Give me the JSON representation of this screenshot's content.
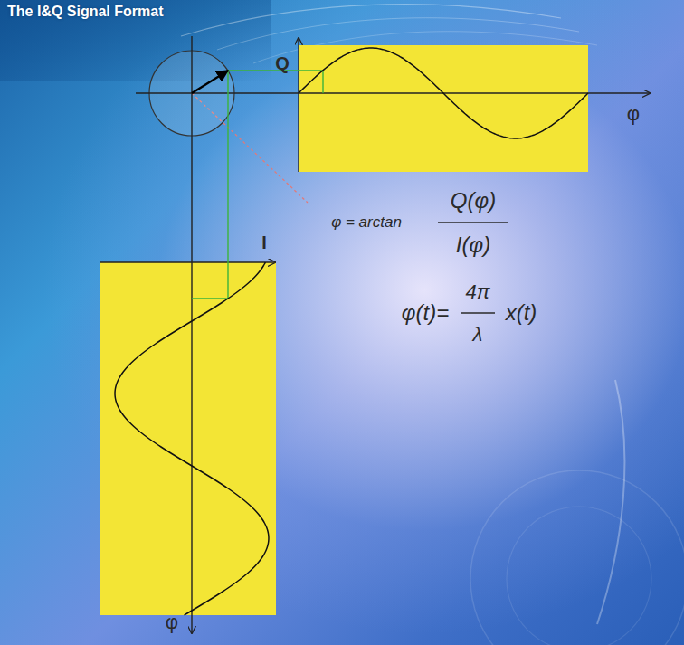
{
  "diagram": {
    "title": "The I&Q Signal Format",
    "labels": [
      "Q",
      "φ",
      "I",
      "φ",
      "φ = arctan",
      "Q(φ)",
      "I(φ)",
      "φ(t)=",
      "4π",
      "λ",
      "x(t)"
    ]
  }
}
